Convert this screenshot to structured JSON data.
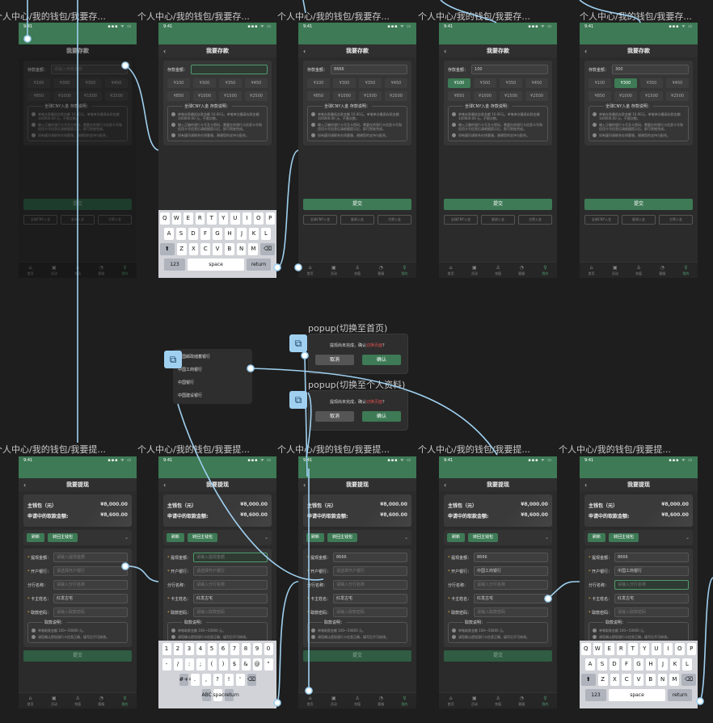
{
  "flow": {
    "deposit_label": "个人中心/我的钱包/我要存...",
    "withdraw_label": "个人中心/我的钱包/我要提...",
    "popup_home_label": "popup(切换至首页)",
    "popup_profile_label": "popup(切换至个人资料)"
  },
  "status": {
    "time": "9:41",
    "signal": "▪▪▪ ᯤ ▭"
  },
  "deposit": {
    "title": "我要存款",
    "amount_label": "存款金额：",
    "amount_placeholder": "请输入存款金额",
    "amounts": [
      "¥100",
      "¥300",
      "¥350",
      "¥450",
      "¥850",
      "¥1000",
      "¥1500",
      "¥2500"
    ],
    "notes_title": "全球CNY入金 存款说明：",
    "notes": [
      "单笔存款最低存款金额 10.00元，单笔单次最高存款金额 100000.00 元，不限次数。",
      "输入正确的银行卡号及卡密码，需要在的银行卡信息卡号和信用卡号信息后请根据提示后，即可到账完成。",
      "如有疑问请联系在线客服，谢谢您的支持与配合。"
    ],
    "submit": "提交",
    "bottom_tabs": [
      "全球CNY入金",
      "星邦入金",
      "方界入金"
    ],
    "screens": [
      {
        "value": "",
        "placeholder": "请输入存款金额",
        "selected": -1
      },
      {
        "value": "",
        "placeholder": "",
        "selected": -1
      },
      {
        "value": "8666",
        "placeholder": "",
        "selected": -1
      },
      {
        "value": "100",
        "placeholder": "",
        "selected": 0
      },
      {
        "value": "300",
        "placeholder": "",
        "selected": 1
      }
    ]
  },
  "tabbar": [
    "首页",
    "活动",
    "充值",
    "客服",
    "我的"
  ],
  "withdraw": {
    "title": "我要提现",
    "main_wallet_label": "主钱包（元）",
    "main_wallet_value": "¥8,000.00",
    "pending_label": "申请中的取款金额:",
    "pending_value": "¥8,600.00",
    "refresh": "刷新",
    "transfer": "转回主钱包",
    "fields": [
      "提现金额：",
      "开户银行：",
      "分行名称：",
      "卡主姓名：",
      "取款密码："
    ],
    "placeholders": [
      "请输入提现金额",
      "请选择开户银行",
      "请输入分行名称",
      "红发古宅",
      "请输入取款密码"
    ],
    "notes_title": "取款说明：",
    "notes": [
      "单笔取款金额 100～50000 元。",
      "请您确认提现银行卡信息正确，填写后不可修改。"
    ],
    "submit": "提交",
    "screens": [
      {
        "amount": "",
        "bank": "",
        "name": "红发古宅"
      },
      {
        "amount": "",
        "bank": "",
        "name": "红发古宅"
      },
      {
        "amount": "8666",
        "bank": "",
        "name": "红发古宅"
      },
      {
        "amount": "8666",
        "bank": "中国工商银行",
        "name": "红发古宅"
      },
      {
        "amount": "8666",
        "bank": "中国工商银行",
        "name": "红发古宅"
      }
    ]
  },
  "keyboard": {
    "row1": [
      "Q",
      "W",
      "E",
      "R",
      "T",
      "Y",
      "U",
      "I",
      "O",
      "P"
    ],
    "row2": [
      "A",
      "S",
      "D",
      "F",
      "G",
      "H",
      "J",
      "K",
      "L"
    ],
    "row3": [
      "Z",
      "X",
      "C",
      "V",
      "B",
      "N",
      "M"
    ],
    "space": "space",
    "return": "return",
    "num_switch": "123",
    "abc_switch": "ABC",
    "nrow1": [
      "1",
      "2",
      "3",
      "4",
      "5",
      "6",
      "7",
      "8",
      "9",
      "0"
    ],
    "nrow2": [
      "-",
      "/",
      ":",
      ";",
      "(",
      ")",
      "$",
      "&",
      "@",
      "\""
    ],
    "nrow3": [
      ".",
      ",",
      "?",
      "!",
      "'"
    ]
  },
  "popup": {
    "message_prefix": "提现尚未完成，确认",
    "message_link": "切换页面",
    "message_suffix": "？",
    "cancel": "取消",
    "confirm": "确认"
  },
  "banks": [
    "中国邮政储蓄银行",
    "中国工商银行",
    "中国银行",
    "中国建设银行"
  ],
  "colors": {
    "primary": "#3d7a55",
    "link": "#9fd0f0",
    "bg": "#1e1e1e"
  }
}
